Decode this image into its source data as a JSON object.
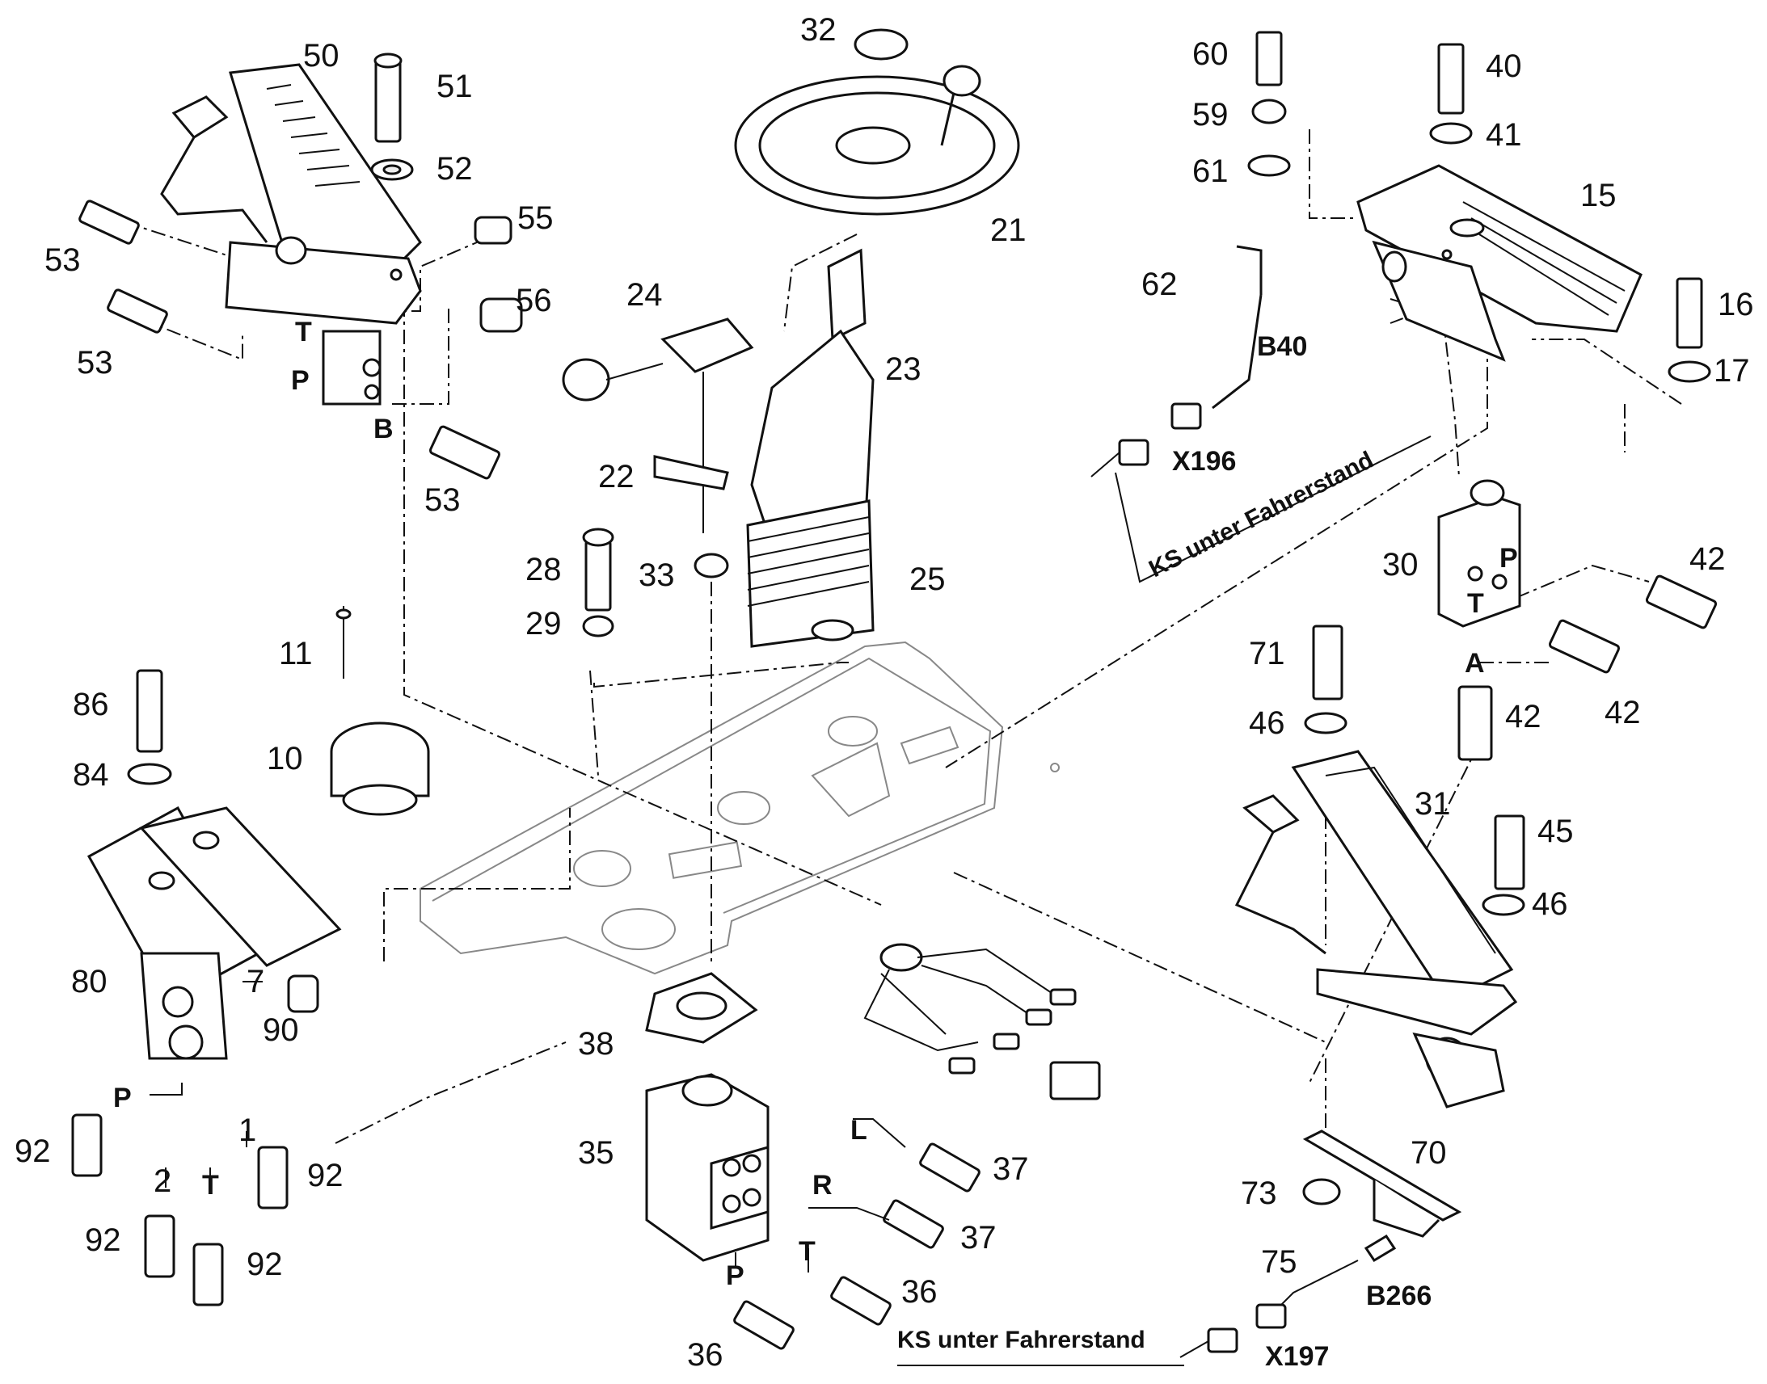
{
  "diagram": {
    "part_numbers": {
      "p1": "1",
      "p2": "2",
      "p7": "7",
      "p10": "10",
      "p11": "11",
      "p15": "15",
      "p16": "16",
      "p17": "17",
      "p21": "21",
      "p22": "22",
      "p23": "23",
      "p24": "24",
      "p25": "25",
      "p28": "28",
      "p29": "29",
      "p30": "30",
      "p31": "31",
      "p32": "32",
      "p33": "33",
      "p35": "35",
      "p36a": "36",
      "p36b": "36",
      "p37a": "37",
      "p37b": "37",
      "p38": "38",
      "p40": "40",
      "p41": "41",
      "p42a": "42",
      "p42b": "42",
      "p42c": "42",
      "p45": "45",
      "p46a": "46",
      "p46b": "46",
      "p50": "50",
      "p51": "51",
      "p52": "52",
      "p53a": "53",
      "p53b": "53",
      "p53c": "53",
      "p55": "55",
      "p56": "56",
      "p59": "59",
      "p60": "60",
      "p61": "61",
      "p62": "62",
      "p70": "70",
      "p71": "71",
      "p73": "73",
      "p75": "75",
      "p80": "80",
      "p84": "84",
      "p86": "86",
      "p90": "90",
      "p92a": "92",
      "p92b": "92",
      "p92c": "92",
      "p92d": "92"
    },
    "port_labels": {
      "t_pedal": "T",
      "p_pedal": "P",
      "b_pedal": "B",
      "p_valve30": "P",
      "t_valve30": "T",
      "a_valve30": "A",
      "p_valve80": "P",
      "t_valve80": "T",
      "l_steer": "L",
      "r_steer": "R",
      "t_steer": "T",
      "p_steer": "P"
    },
    "connectors": {
      "b40": "B40",
      "x196": "X196",
      "b266": "B266",
      "x197": "X197"
    },
    "notes": {
      "ks_top": "KS unter Fahrerstand",
      "ks_bottom": "KS unter Fahrerstand"
    }
  }
}
